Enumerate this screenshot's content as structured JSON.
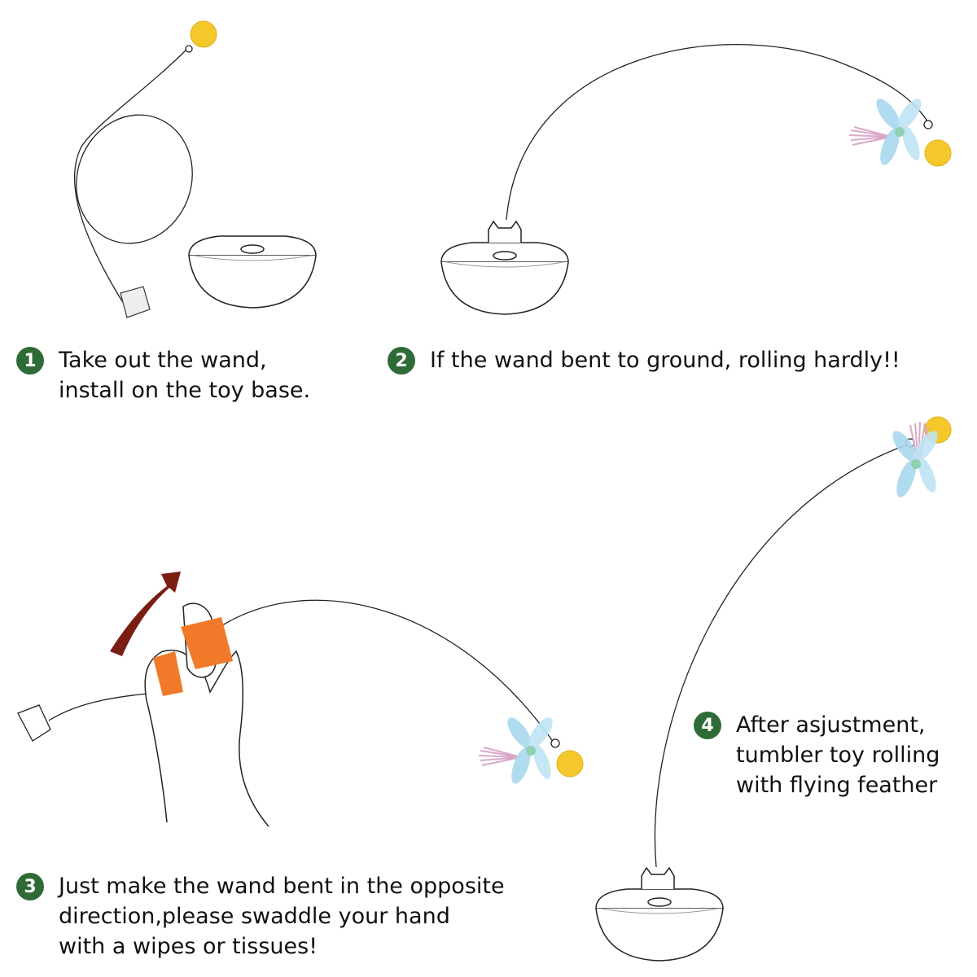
{
  "colors": {
    "badge": "#2e6b36",
    "ball": "#f4c82a",
    "feather": "#a9d8ee",
    "tassel": "#d9a8c8",
    "tissue": "#f07a2a",
    "arrow": "#7a1e14",
    "line": "#222222"
  },
  "steps": [
    {
      "number": "1",
      "lines": [
        "Take out the wand,",
        "install on the toy base."
      ]
    },
    {
      "number": "2",
      "lines": [
        "If the wand bent to ground, rolling hardly!!"
      ]
    },
    {
      "number": "3",
      "lines": [
        "Just make the wand bent in the opposite",
        "direction,please swaddle your hand",
        "with a wipes or tissues!"
      ]
    },
    {
      "number": "4",
      "lines": [
        "After asjustment,",
        "tumbler toy rolling",
        "with flying feather"
      ]
    }
  ],
  "icons": [
    "ball-icon",
    "feather-icon",
    "toy-base-icon",
    "hand-icon",
    "tissue-icon",
    "bend-arrow-icon"
  ]
}
